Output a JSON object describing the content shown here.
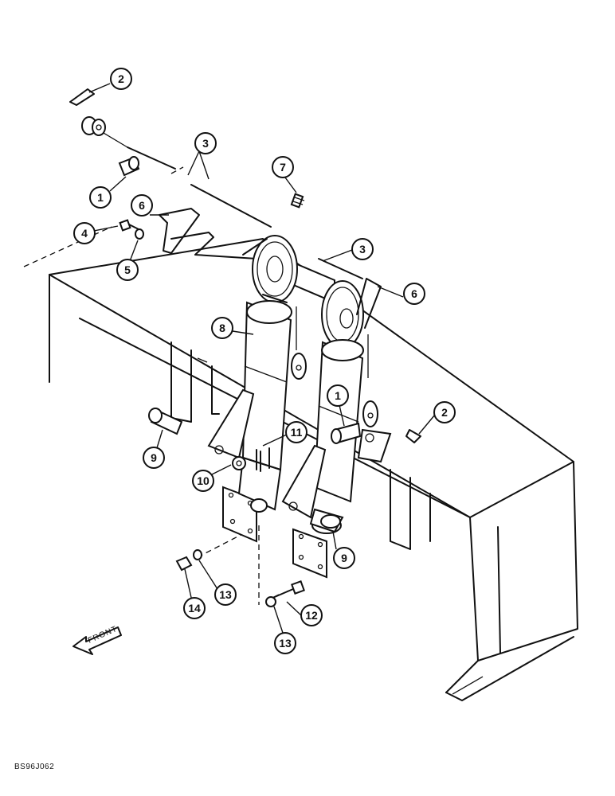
{
  "callouts": [
    {
      "label": "2"
    },
    {
      "label": "3"
    },
    {
      "label": "1"
    },
    {
      "label": "7"
    },
    {
      "label": "6"
    },
    {
      "label": "4"
    },
    {
      "label": "5"
    },
    {
      "label": "3"
    },
    {
      "label": "6"
    },
    {
      "label": "8"
    },
    {
      "label": "1"
    },
    {
      "label": "2"
    },
    {
      "label": "11"
    },
    {
      "label": "9"
    },
    {
      "label": "10"
    },
    {
      "label": "9"
    },
    {
      "label": "14"
    },
    {
      "label": "13"
    },
    {
      "label": "12"
    },
    {
      "label": "13"
    }
  ],
  "front_arrow": {
    "label": "FRONT"
  },
  "drawing_code": "BS96J062"
}
